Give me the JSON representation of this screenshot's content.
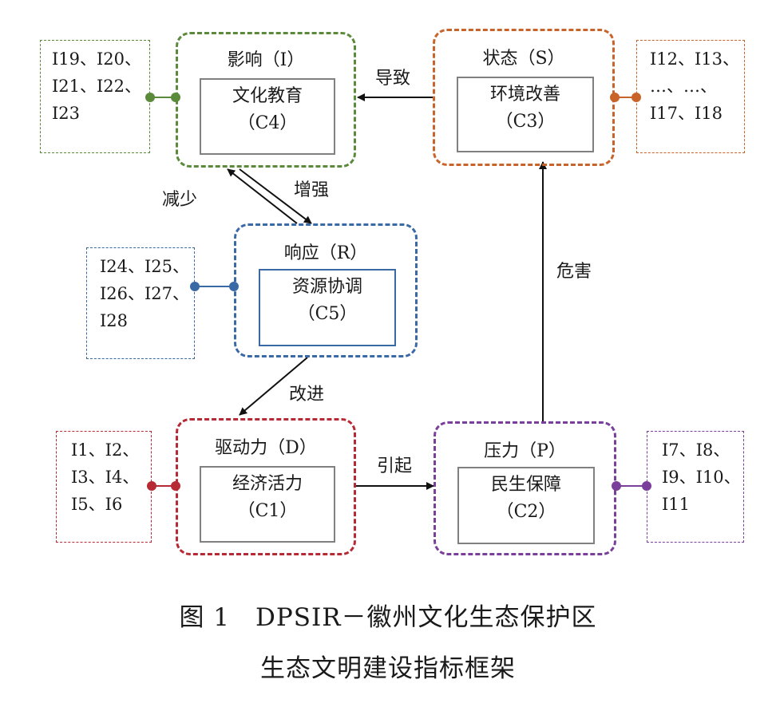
{
  "nodes": {
    "impact": {
      "title": "影响（I）",
      "name": "文化教育",
      "code": "（C4）",
      "color": "#5a8a3a"
    },
    "state": {
      "title": "状态（S）",
      "name": "环境改善",
      "code": "（C3）",
      "color": "#c8642a"
    },
    "response": {
      "title": "响应（R）",
      "name": "资源协调",
      "code": "（C5）",
      "color": "#3a6aa6"
    },
    "driver": {
      "title": "驱动力（D）",
      "name": "经济活力",
      "code": "（C1）",
      "color": "#b52a35"
    },
    "pressure": {
      "title": "压力（P）",
      "name": "民生保障",
      "code": "（C2）",
      "color": "#7a3f9a"
    }
  },
  "indicators": {
    "impact": "I19、I20、\nI21、I22、\nI23",
    "state": "I12、I13、\n…、…、\nI17、I18",
    "response": "I24、I25、\nI26、I27、\nI28",
    "driver": "I1、I2、\nI3、I4、\nI5、I6",
    "pressure": "I7、I8、\nI9、I10、\nI11"
  },
  "edges": {
    "state_to_impact": "导致",
    "impact_to_response_up": "减少",
    "impact_to_response_down": "增强",
    "response_to_driver": "改进",
    "driver_to_pressure": "引起",
    "pressure_to_state": "危害"
  },
  "caption": {
    "line1": "图 1　DPSIR－徽州文化生态保护区",
    "line2": "生态文明建设指标框架"
  }
}
